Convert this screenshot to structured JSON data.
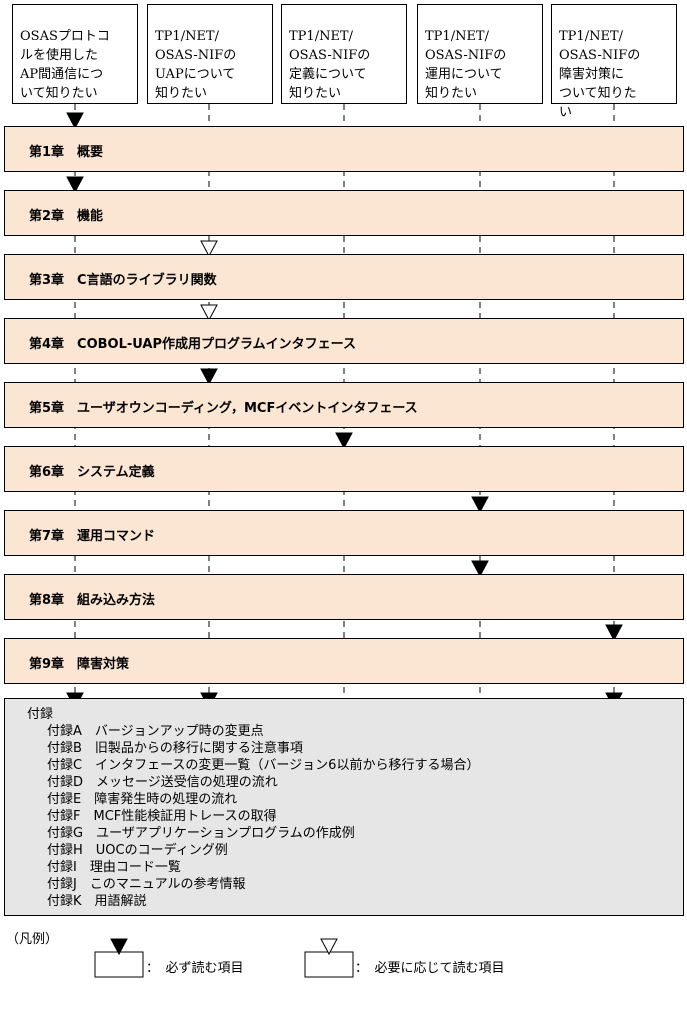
{
  "readers": [
    {
      "label": "OSASプロトコ\nルを使用した\nAP間通信につ\nいて知りたい"
    },
    {
      "label": "TP1/NET/\nOSAS-NIFの\nUAPについて\n知りたい"
    },
    {
      "label": "TP1/NET/\nOSAS-NIFの\n定義について\n知りたい"
    },
    {
      "label": "TP1/NET/\nOSAS-NIFの\n運用について\n知りたい"
    },
    {
      "label": "TP1/NET/\nOSAS-NIFの\n障害対策に\nついて知りた\nい"
    }
  ],
  "chapters": [
    {
      "label": "第1章　概要",
      "marks": [
        {
          "reader": 0,
          "type": "required"
        }
      ]
    },
    {
      "label": "第2章　機能",
      "marks": [
        {
          "reader": 0,
          "type": "required"
        }
      ]
    },
    {
      "label": "第3章　C言語のライブラリ関数",
      "marks": [
        {
          "reader": 1,
          "type": "optional"
        }
      ]
    },
    {
      "label": "第4章　COBOL-UAP作成用プログラムインタフェース",
      "marks": [
        {
          "reader": 1,
          "type": "optional"
        }
      ]
    },
    {
      "label": "第5章　ユーザオウンコーディング，MCFイベントインタフェース",
      "marks": [
        {
          "reader": 1,
          "type": "required"
        }
      ]
    },
    {
      "label": "第6章　システム定義",
      "marks": [
        {
          "reader": 2,
          "type": "required"
        }
      ]
    },
    {
      "label": "第7章　運用コマンド",
      "marks": [
        {
          "reader": 3,
          "type": "required"
        }
      ]
    },
    {
      "label": "第8章　組み込み方法",
      "marks": [
        {
          "reader": 3,
          "type": "required"
        }
      ]
    },
    {
      "label": "第9章　障害対策",
      "marks": [
        {
          "reader": 4,
          "type": "required"
        }
      ]
    }
  ],
  "appendix": {
    "title": "付録",
    "marks": [
      {
        "reader": 0,
        "type": "required"
      },
      {
        "reader": 1,
        "type": "required"
      },
      {
        "reader": 4,
        "type": "required"
      }
    ],
    "items": [
      "付録A　バージョンアップ時の変更点",
      "付録B　旧製品からの移行に関する注意事項",
      "付録C　インタフェースの変更一覧（バージョン6以前から移行する場合）",
      "付録D　メッセージ送受信の処理の流れ",
      "付録E　障害発生時の処理の流れ",
      "付録F　MCF性能検証用トレースの取得",
      "付録G　ユーザアプリケーションプログラムの作成例",
      "付録H　UOCのコーディング例",
      "付録I　理由コード一覧",
      "付録J　このマニュアルの参考情報",
      "付録K　用語解説"
    ]
  },
  "legend": {
    "title": "（凡例）",
    "required_label": "：　必ず読む項目",
    "optional_label": "：　必要に応じて読む項目"
  },
  "colors": {
    "chapter_fill": "#fbe5d3",
    "appendix_fill": "#e6e6e6",
    "stroke": "#000000"
  }
}
